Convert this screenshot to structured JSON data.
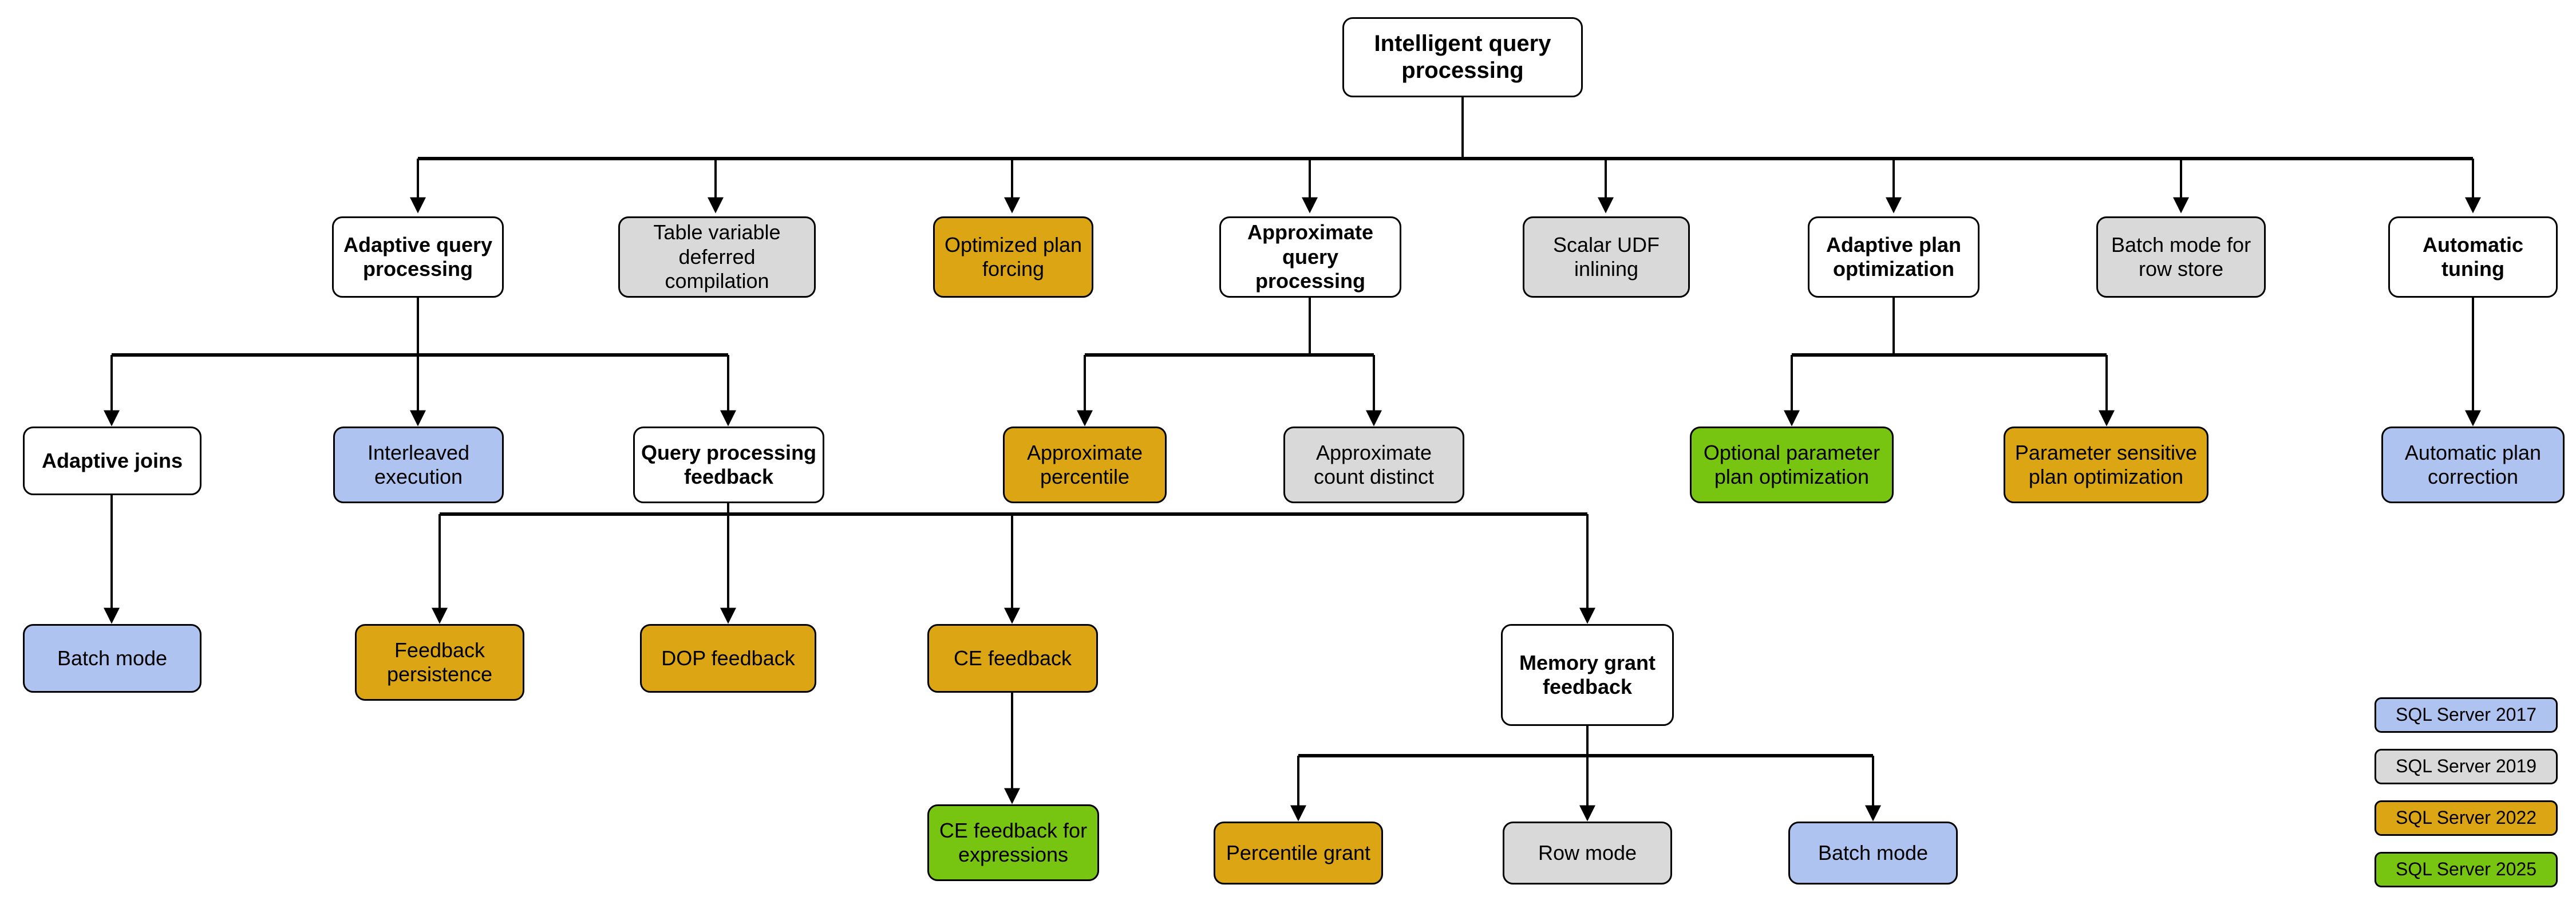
{
  "diagram": {
    "title": "Intelligent query processing",
    "nodes": {
      "root": "Intelligent query processing",
      "adaptive_query_processing": "Adaptive query processing",
      "table_variable_deferred_compilation": "Table variable deferred compilation",
      "optimized_plan_forcing": "Optimized plan forcing",
      "approximate_query_processing": "Approximate query processing",
      "scalar_udf_inlining": "Scalar UDF inlining",
      "adaptive_plan_optimization": "Adaptive plan optimization",
      "batch_mode_for_row_store": "Batch mode for row store",
      "automatic_tuning": "Automatic tuning",
      "adaptive_joins": "Adaptive joins",
      "interleaved_execution": "Interleaved execution",
      "query_processing_feedback": "Query processing feedback",
      "approximate_percentile": "Approximate percentile",
      "approximate_count_distinct": "Approximate count distinct",
      "optional_parameter_plan_optimization": "Optional parameter plan optimization",
      "parameter_sensitive_plan_optimization": "Parameter sensitive plan optimization",
      "automatic_plan_correction": "Automatic plan correction",
      "batch_mode_adaptive_joins": "Batch mode",
      "feedback_persistence": "Feedback persistence",
      "dop_feedback": "DOP feedback",
      "ce_feedback": "CE feedback",
      "memory_grant_feedback": "Memory grant feedback",
      "ce_feedback_for_expressions": "CE feedback for expressions",
      "percentile_grant": "Percentile grant",
      "row_mode": "Row mode",
      "batch_mode_memory_grant": "Batch mode"
    },
    "legend": {
      "items": [
        {
          "label": "SQL Server 2017",
          "color": "#aec3ef"
        },
        {
          "label": "SQL Server 2019",
          "color": "#d9d9d9"
        },
        {
          "label": "SQL Server 2022",
          "color": "#dba514"
        },
        {
          "label": "SQL Server 2025",
          "color": "#78c511"
        }
      ]
    },
    "colors": {
      "white": "#ffffff",
      "grey": "#d9d9d9",
      "gold": "#dba514",
      "blue": "#aec3ef",
      "green": "#78c511",
      "stroke": "#000000"
    }
  }
}
